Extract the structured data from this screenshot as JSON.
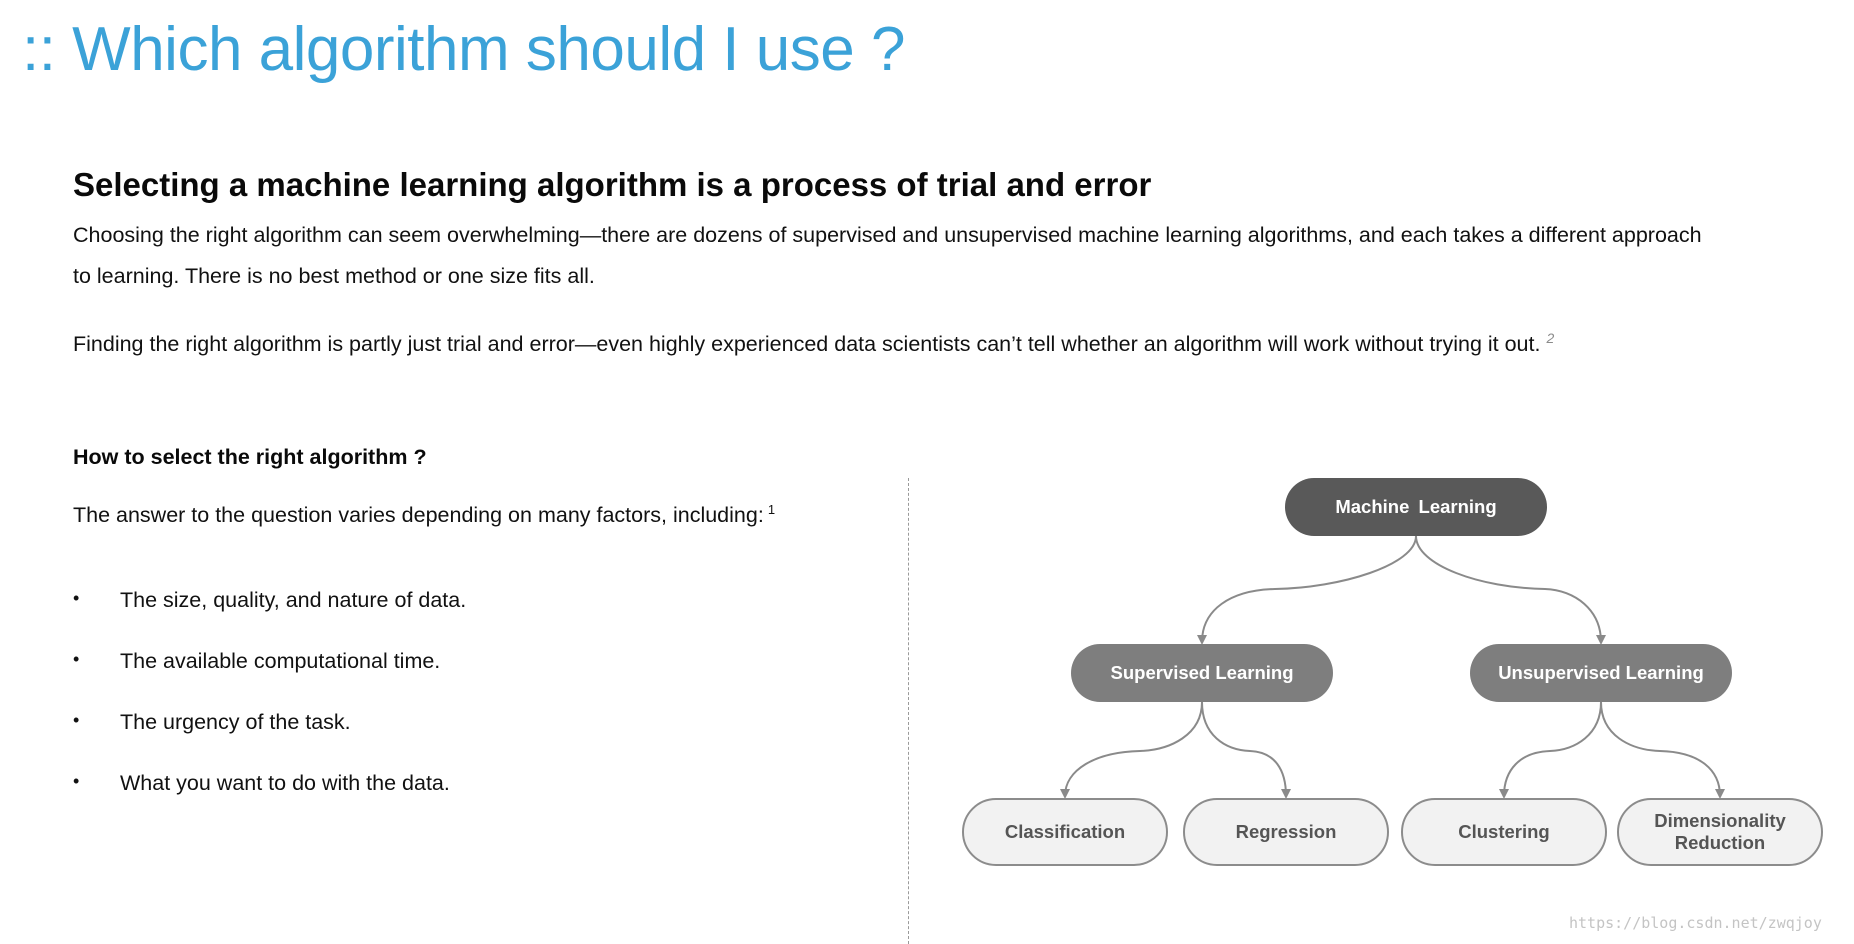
{
  "title": ":: Which algorithm should I use ?",
  "headline": "Selecting a machine learning algorithm is a process of trial and error",
  "paragraphs": {
    "p1": "Choosing the right algorithm can seem overwhelming—there are dozens of supervised and unsupervised machine learning algorithms, and each takes a different approach to learning. There is no best method or one size fits all.",
    "p2": "Finding the right algorithm is partly just trial and error—even highly experienced data scientists can’t tell whether an algorithm will work without trying it out.",
    "p2_footnote": "2"
  },
  "selection": {
    "heading": "How to select the right algorithm ?",
    "intro": "The answer to the question varies depending on many factors, including:",
    "intro_footnote": "1",
    "bullet_symbol": "•",
    "factors": [
      "The size, quality, and nature of data.",
      "The available computational time.",
      "The urgency of the task.",
      "What you want to do with the data."
    ]
  },
  "tree": {
    "root": "Machine  Learning",
    "supervised": "Supervised Learning",
    "unsupervised": "Unsupervised Learning",
    "leaves": {
      "classification": "Classification",
      "regression": "Regression",
      "clustering": "Clustering",
      "dimensionality_reduction_line1": "Dimensionality",
      "dimensionality_reduction_line2": "Reduction"
    },
    "colors": {
      "root_fill": "#595959",
      "mid_fill": "#7e7e7e",
      "leaf_fill": "#f2f2f2",
      "leaf_border": "#8c8c8c",
      "connector": "#8a8a8a"
    }
  },
  "accent_color": "#3ba2d8",
  "watermark": "https://blog.csdn.net/zwqjoy"
}
